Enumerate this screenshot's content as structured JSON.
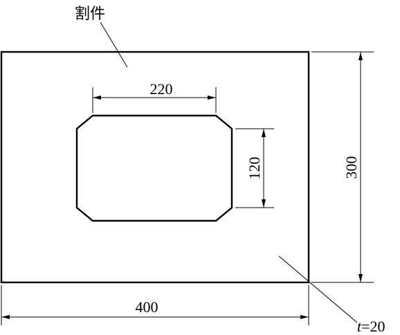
{
  "labels": {
    "part_name": "割件",
    "width_overall": "400",
    "height_overall": "300",
    "cutout_width": "220",
    "cutout_height": "120",
    "thickness_symbol": "t",
    "thickness_value": "=20"
  }
}
